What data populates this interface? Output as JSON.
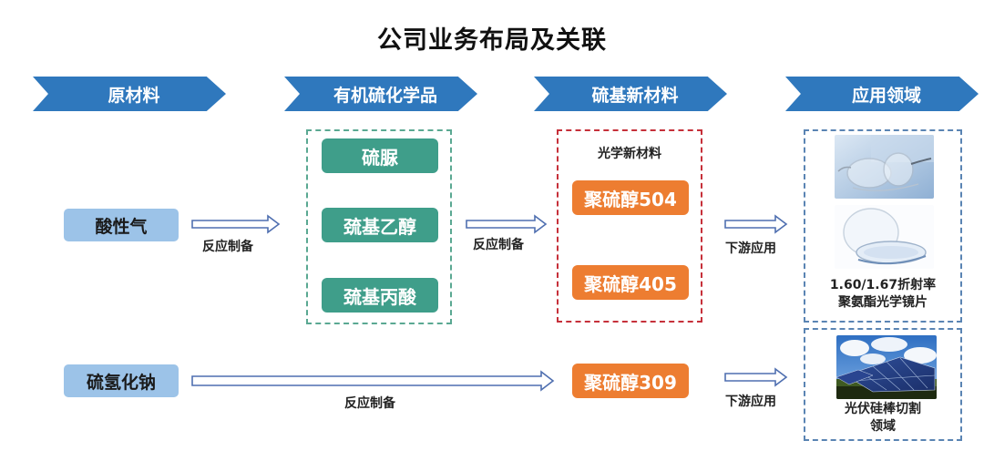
{
  "title": "公司业务布局及关联",
  "stages": [
    {
      "label": "原材料"
    },
    {
      "label": "有机硫化学品"
    },
    {
      "label": "硫基新材料"
    },
    {
      "label": "应用领域"
    }
  ],
  "raw_materials": [
    {
      "label": "酸性气"
    },
    {
      "label": "硫氢化钠"
    }
  ],
  "organic_sulfur_chemicals": [
    {
      "label": "硫脲"
    },
    {
      "label": "巯基乙醇"
    },
    {
      "label": "巯基丙酸"
    }
  ],
  "optical_materials": {
    "heading": "光学新材料",
    "items": [
      {
        "label": "聚硫醇504"
      },
      {
        "label": "聚硫醇405"
      }
    ]
  },
  "other_material": {
    "label": "聚硫醇309"
  },
  "arrows": {
    "reaction_label": "反应制备",
    "downstream_label": "下游应用"
  },
  "applications": [
    {
      "caption_line1": "1.60/1.67折射率",
      "caption_line2": "聚氨酯光学镜片",
      "image": "eyeglass-lens-photo"
    },
    {
      "caption_line1": "光伏硅棒切割",
      "caption_line2": "领域",
      "image": "solar-panel-photo"
    }
  ],
  "colors": {
    "stage_chevron": "#2f78bd",
    "raw_box": "#9cc3e8",
    "chemical_box": "#3f9e8a",
    "material_box": "#ed7d31",
    "green_dash": "#5aa892",
    "red_dash": "#c6303a",
    "blue_dash": "#5a84b3",
    "arrow_outline": "#4f6fb0"
  }
}
